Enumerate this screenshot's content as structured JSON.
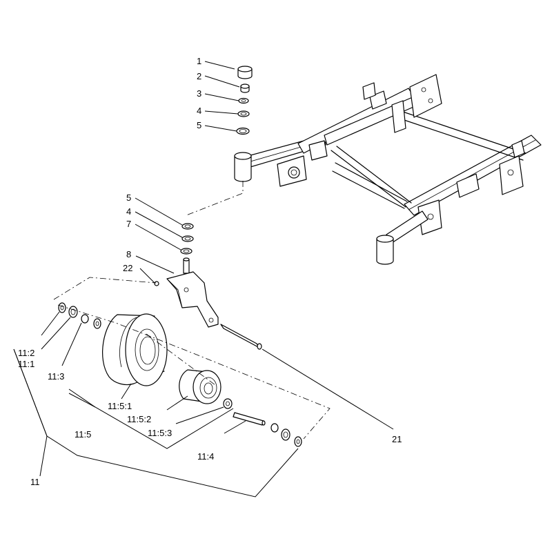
{
  "callouts": {
    "c1": "1",
    "c2": "2",
    "c3": "3",
    "c4a": "4",
    "c5a": "5",
    "c5b": "5",
    "c4b": "4",
    "c7": "7",
    "c8": "8",
    "c22": "22",
    "c11_2": "11:2",
    "c11_1": "11:1",
    "c11_3": "11:3",
    "c11_5_1": "11:5:1",
    "c11_5_2": "11:5:2",
    "c11_5_3": "11:5:3",
    "c11_5": "11:5",
    "c11_4": "11:4",
    "c21": "21",
    "c11": "11"
  }
}
